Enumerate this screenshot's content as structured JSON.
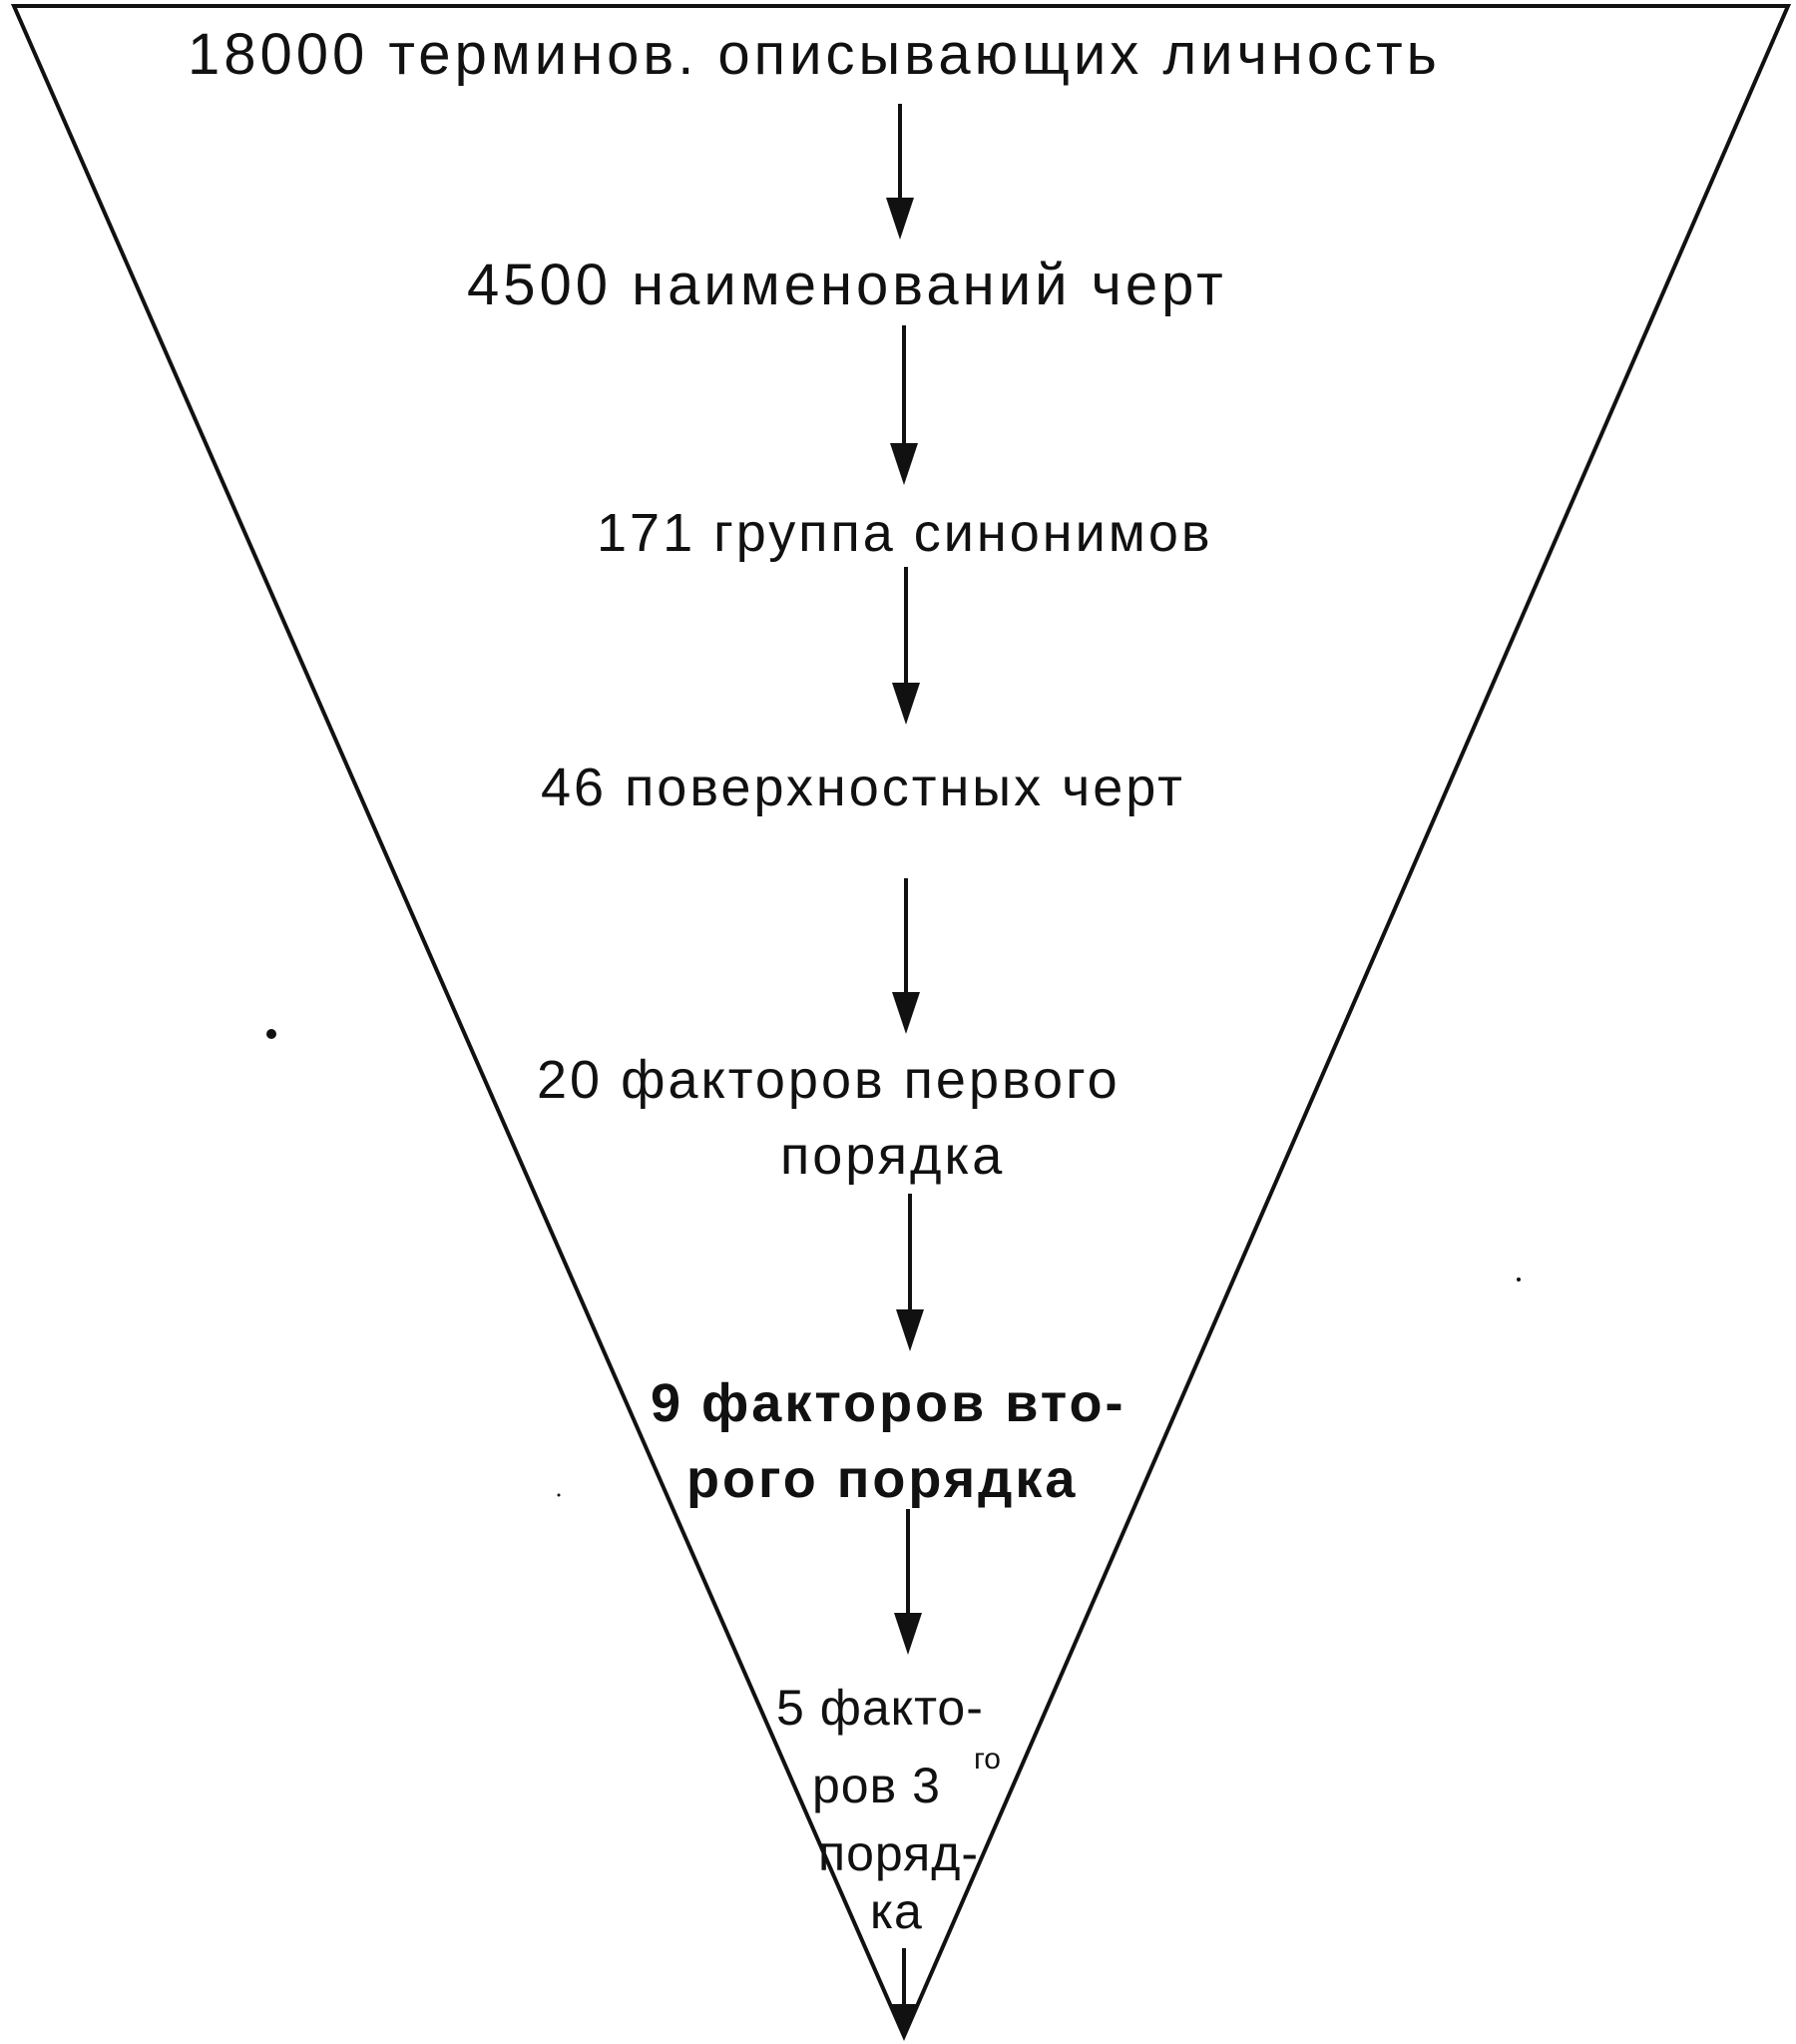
{
  "diagram": {
    "levels": [
      {
        "lines": [
          "18000 терминов. описывающих личность"
        ]
      },
      {
        "lines": [
          "4500 наименований черт"
        ]
      },
      {
        "lines": [
          "171 группа синонимов"
        ]
      },
      {
        "lines": [
          "46 поверхностных черт"
        ]
      },
      {
        "lines": [
          "20 факторов первого",
          "порядка"
        ]
      },
      {
        "lines": [
          "9 факторов вто-",
          "рого порядка"
        ]
      },
      {
        "lines": [
          "5 факто-",
          "ров 3",
          "поряд-",
          "ка"
        ],
        "superscript": "го"
      }
    ],
    "colors": {
      "ink": "#111111",
      "background": "#ffffff"
    }
  }
}
